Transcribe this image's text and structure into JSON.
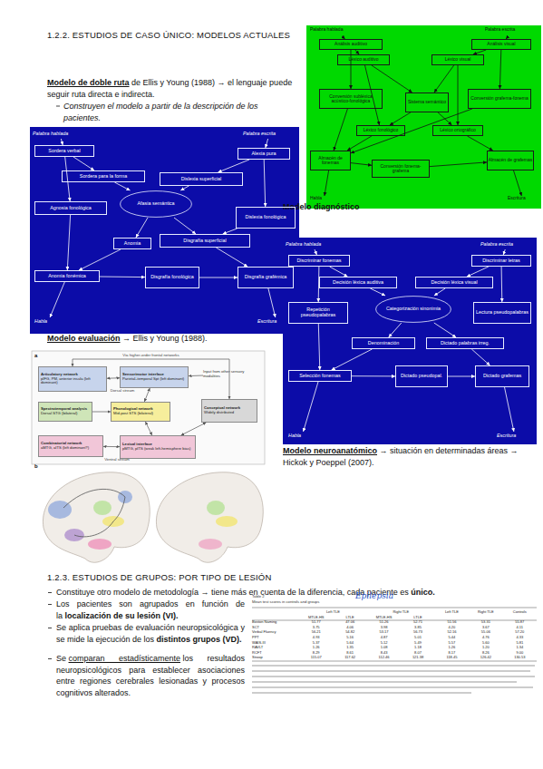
{
  "diagram": {
    "title": "1.2.2. ESTUDIOS DE CASO ÚNICO: MODELOS ACTUALES",
    "nodes": [
      {
        "text": [
          "Palabra hablada"
        ]
      },
      {
        "text": [
          "Palabra escrita"
        ]
      },
      {
        "text": [
          "Análisis auditivo"
        ]
      },
      {
        "text": [
          "Análisis visual"
        ]
      },
      {
        "text": [
          "Léxico auditivo"
        ]
      },
      {
        "text": [
          "Léxico visual"
        ]
      },
      {
        "text": [
          "Conversión subléxica acústico-fonológica"
        ]
      },
      {
        "text": [
          "Sistema semántico"
        ]
      },
      {
        "text": [
          "Conversión grafema-fonema"
        ]
      },
      {
        "text": [
          "Léxico fonológico"
        ]
      },
      {
        "text": [
          "Léxico ortográfico"
        ]
      },
      {
        "text": [
          "Almacén de fonemas"
        ]
      },
      {
        "text": [
          "Conversión fonema-grafema"
        ]
      },
      {
        "text": [
          "Almacén de grafemas"
        ]
      },
      {
        "text": [
          "Habla"
        ]
      },
      {
        "text": [
          "Escritura"
        ]
      },
      {
        "text": [
          "Palabra hablada"
        ]
      },
      {
        "text": [
          "Palabra escrita"
        ]
      },
      {
        "text": [
          "Sordera verbal"
        ]
      },
      {
        "text": [
          "Alexia pura"
        ]
      },
      {
        "text": [
          "Sordera para la forma"
        ]
      },
      {
        "text": [
          "Dislexia superficial"
        ]
      },
      {
        "text": [
          "Afasia semántica"
        ]
      },
      {
        "text": [
          "Agnosia fonológica"
        ]
      },
      {
        "text": [
          "Dislexia fonológica"
        ]
      },
      {
        "text": [
          "Anomia"
        ]
      },
      {
        "text": [
          "Disgrafía superficial"
        ]
      },
      {
        "text": [
          "Anomia fonémica"
        ]
      },
      {
        "text": [
          "Disgrafía fonológica"
        ]
      },
      {
        "text": [
          "Disgrafía grafémica"
        ]
      },
      {
        "text": [
          "Habla"
        ]
      },
      {
        "text": [
          "Escritura"
        ]
      },
      {
        "text": [
          "Palabra hablada"
        ]
      },
      {
        "text": [
          "Palabra escrita"
        ]
      },
      {
        "text": [
          "Discriminar fonemas"
        ]
      },
      {
        "text": [
          "Discriminar letras"
        ]
      },
      {
        "text": [
          "Decisión léxica auditiva"
        ]
      },
      {
        "text": [
          "Decisión léxica visual"
        ]
      },
      {
        "text": [
          "Repetición pseudopalabras"
        ]
      },
      {
        "text": [
          "Categorización sinonimia"
        ]
      },
      {
        "text": [
          "Lectura pseudopalabras"
        ]
      },
      {
        "text": [
          "Denominación"
        ]
      },
      {
        "text": [
          "Dictado palabras irreg."
        ]
      },
      {
        "text": [
          "Selección fonemas"
        ]
      },
      {
        "text": [
          "Dictado pseudopal."
        ]
      },
      {
        "text": [
          "Dictado grafemas"
        ]
      },
      {
        "text": [
          "Habla"
        ]
      },
      {
        "text": [
          "Escritura"
        ]
      },
      {
        "text": [
          "Articulatory network",
          "pIFG, PM, anterior insula (left dominant)"
        ]
      },
      {
        "text": [
          "Sensorimotor interface",
          "Parietal–temporal Spt (left dominant)"
        ]
      },
      {
        "text": [
          "Input from other sensory modalities"
        ]
      },
      {
        "text": [
          "Spectrotemporal analysis",
          "Dorsal STG (bilateral)"
        ]
      },
      {
        "text": [
          "Phonological network",
          "Mid-post STS (bilateral)"
        ]
      },
      {
        "text": [
          "Conceptual network",
          "Widely distributed"
        ]
      },
      {
        "text": [
          "Combinatorial network",
          "aMTG, aITS (left dominant?)"
        ]
      },
      {
        "text": [
          "Lexical interface",
          "pMTG, pITS (weak left-hemisphere bias)"
        ]
      }
    ],
    "edges": [
      {
        "from": 0,
        "to": 2,
        "arrow": "to"
      },
      {
        "from": 1,
        "to": 3,
        "arrow": "to"
      },
      {
        "from": 2,
        "to": 4,
        "arrow": "to"
      },
      {
        "from": 3,
        "to": 5,
        "arrow": "to"
      },
      {
        "from": 2,
        "to": 6,
        "arrow": "to"
      },
      {
        "from": 3,
        "to": 8,
        "arrow": "to"
      },
      {
        "from": 4,
        "to": 7,
        "arrow": "to"
      },
      {
        "from": 5,
        "to": 7,
        "arrow": "to"
      },
      {
        "from": 4,
        "to": 9,
        "arrow": "to"
      },
      {
        "from": 5,
        "to": 10,
        "arrow": "to"
      },
      {
        "from": 7,
        "to": 9,
        "arrow": "to"
      },
      {
        "from": 7,
        "to": 10,
        "arrow": "to"
      },
      {
        "from": 6,
        "to": 11,
        "arrow": "to"
      },
      {
        "from": 8,
        "to": 11,
        "arrow": "to"
      },
      {
        "from": 9,
        "to": 11,
        "arrow": "to"
      },
      {
        "from": 10,
        "to": 13,
        "arrow": "to"
      },
      {
        "from": 11,
        "to": 12,
        "arrow": "to"
      },
      {
        "from": 12,
        "to": 13,
        "arrow": "to"
      },
      {
        "from": 11,
        "to": 14,
        "arrow": "to"
      },
      {
        "from": 13,
        "to": 15,
        "arrow": "to"
      },
      {
        "from": 16,
        "to": 18,
        "arrow": "to"
      },
      {
        "from": 17,
        "to": 19,
        "arrow": "to"
      },
      {
        "from": 18,
        "to": 20,
        "arrow": "to"
      },
      {
        "from": 19,
        "to": 21,
        "arrow": "to"
      },
      {
        "from": 18,
        "to": 23,
        "arrow": "to"
      },
      {
        "from": 20,
        "to": 22,
        "arrow": "to"
      },
      {
        "from": 21,
        "to": 22,
        "arrow": "to"
      },
      {
        "from": 19,
        "to": 24,
        "arrow": "to"
      },
      {
        "from": 22,
        "to": 25,
        "arrow": "to"
      },
      {
        "from": 22,
        "to": 26,
        "arrow": "to"
      },
      {
        "from": 23,
        "to": 27,
        "arrow": "to"
      },
      {
        "from": 25,
        "to": 27,
        "arrow": "to"
      },
      {
        "from": 24,
        "to": 26,
        "arrow": "to"
      },
      {
        "from": 27,
        "to": 28,
        "arrow": "to"
      },
      {
        "from": 28,
        "to": 29,
        "arrow": "to"
      },
      {
        "from": 26,
        "to": 29,
        "arrow": "to"
      },
      {
        "from": 27,
        "to": 30,
        "arrow": "to"
      },
      {
        "from": 29,
        "to": 31,
        "arrow": "to"
      },
      {
        "from": 32,
        "to": 34,
        "arrow": "to"
      },
      {
        "from": 33,
        "to": 35,
        "arrow": "to"
      },
      {
        "from": 34,
        "to": 36,
        "arrow": "to"
      },
      {
        "from": 35,
        "to": 37,
        "arrow": "to"
      },
      {
        "from": 34,
        "to": 38,
        "arrow": "to"
      },
      {
        "from": 36,
        "to": 39,
        "arrow": "to"
      },
      {
        "from": 37,
        "to": 39,
        "arrow": "to"
      },
      {
        "from": 35,
        "to": 40,
        "arrow": "to"
      },
      {
        "from": 39,
        "to": 41,
        "arrow": "to"
      },
      {
        "from": 39,
        "to": 42,
        "arrow": "to"
      },
      {
        "from": 38,
        "to": 43,
        "arrow": "to"
      },
      {
        "from": 41,
        "to": 43,
        "arrow": "to"
      },
      {
        "from": 43,
        "to": 44,
        "arrow": "to"
      },
      {
        "from": 44,
        "to": 45,
        "arrow": "to"
      },
      {
        "from": 42,
        "to": 45,
        "arrow": "to"
      },
      {
        "from": 43,
        "to": 46,
        "arrow": "to"
      },
      {
        "from": 45,
        "to": 47,
        "arrow": "to"
      },
      {
        "from": 48,
        "to": 53,
        "label": "Via higher-order frontal networks",
        "arrow": "both"
      },
      {
        "from": 49,
        "to": 48,
        "label": "Dorsal stream",
        "arrow": "both"
      },
      {
        "from": 50,
        "to": 49,
        "arrow": "to"
      },
      {
        "from": 51,
        "to": 52,
        "arrow": "to"
      },
      {
        "from": 52,
        "to": 49,
        "arrow": "both"
      },
      {
        "from": 52,
        "to": 55,
        "arrow": "both"
      },
      {
        "from": 55,
        "to": 54,
        "label": "Ventral stream",
        "arrow": "both"
      },
      {
        "from": 55,
        "to": 53,
        "arrow": "both"
      }
    ],
    "labels": [
      "Modelo de doble ruta",
      "de Ellis y Young (1988) → el lenguaje puede seguir ruta directa e indirecta.",
      "Construyen el modelo a partir de la descripción de los pacientes.",
      "Modelo diagnóstico",
      "Modelo evaluación",
      "→ Ellis y Young (1988).",
      "a",
      "b",
      "Modelo neuroanatómico",
      "→ situación en determinadas áreas → Hickok y Poeppel (2007).",
      "1.2.3. ESTUDIOS DE GRUPOS: POR TIPO DE LESIÓN",
      "Constituye otro modelo de metodología → tiene más en cuenta de la diferencia, cada paciente es",
      "único.",
      "Los pacientes son agrupados en función de la",
      "localización de su lesión (VI).",
      "Se aplica pruebas de evaluación neuropsicológica y se mide la ejecución de los",
      "distintos grupos (VD).",
      "Se",
      "comparan estadísticamente",
      "los resultados neuropsicológicos para establecer asociaciones entre regiones cerebrales lesionadas y procesos cognitivos alterados.",
      "Table 2",
      "Mean test scores in controls and groups",
      "Epilepsia",
      "Left TLE",
      "Right TLE",
      "Left TLE",
      "Right TLE",
      "Controls",
      "MTLE-HS",
      "LTLE",
      "MTLE-HS",
      "LTLE",
      "Boston Naming",
      "51.77",
      "47.06",
      "51.26",
      "52.71",
      "51.56",
      "53.31",
      "55.87",
      "SCT",
      "3.75",
      "4.06",
      "3.98",
      "3.85",
      "4.20",
      "3.67",
      "4.11",
      "Verbal Fluency",
      "56.21",
      "54.82",
      "53.17",
      "56.73",
      "52.16",
      "55.06",
      "57.20",
      "PPT",
      "4.93",
      "5.16",
      "4.87",
      "5.01",
      "5.44",
      "4.76",
      "4.33",
      "WAIS-III",
      "5.37",
      "5.64",
      "5.12",
      "5.49",
      "5.57",
      "5.60",
      "5.81",
      "RAVLT",
      "1.26",
      "1.35",
      "1.08",
      "1.18",
      "1.26",
      "1.20",
      "1.34",
      "RCFT",
      "8.29",
      "8.61",
      "8.43",
      "8.07",
      "8.17",
      "8.26",
      "9.00",
      "Stroop",
      "115.07",
      "117.62",
      "112.46",
      "121.38",
      "118.45",
      "126.42",
      "130.53"
    ]
  }
}
